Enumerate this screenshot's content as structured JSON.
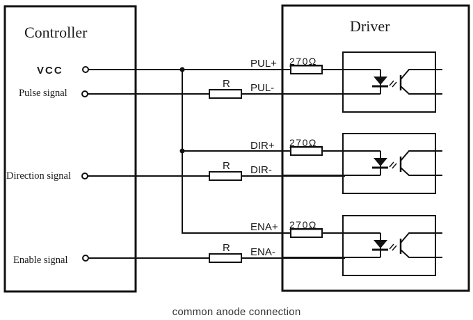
{
  "controller": {
    "title": "Controller",
    "terminals": [
      {
        "id": "vcc",
        "label": "VCC"
      },
      {
        "id": "pulse",
        "label": "Pulse signal"
      },
      {
        "id": "direction",
        "label": "Direction signal"
      },
      {
        "id": "enable",
        "label": "Enable signal"
      }
    ]
  },
  "driver": {
    "title": "Driver",
    "channels": [
      {
        "id": "pul",
        "plus_label": "PUL+",
        "minus_label": "PUL-",
        "resistor_label": "270Ω",
        "series_resistor_label": "R"
      },
      {
        "id": "dir",
        "plus_label": "DIR+",
        "minus_label": "DIR-",
        "resistor_label": "270Ω",
        "series_resistor_label": "R"
      },
      {
        "id": "ena",
        "plus_label": "ENA+",
        "minus_label": "ENA-",
        "resistor_label": "270Ω",
        "series_resistor_label": "R"
      }
    ]
  },
  "caption": "common anode connection",
  "colors": {
    "line": "#111111",
    "text": "#1a1a1a",
    "caption": "#333333"
  }
}
